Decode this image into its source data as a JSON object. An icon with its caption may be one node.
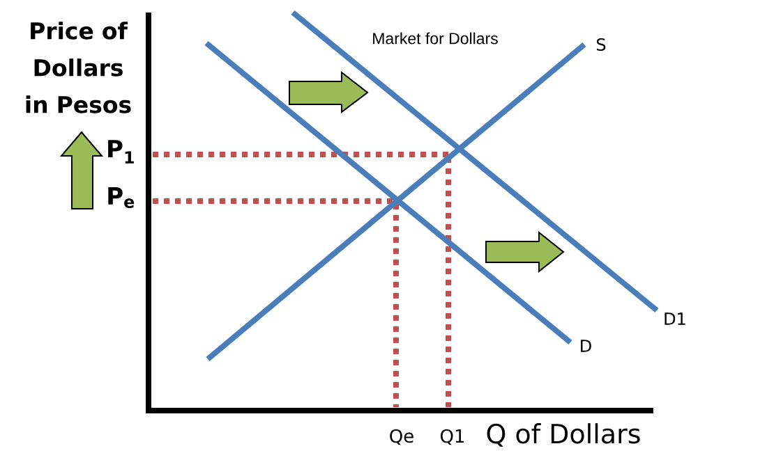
{
  "diagram": {
    "title": "Market for Dollars",
    "labels": [
      "Price of Dollars in Pesos",
      "S",
      "P$_{1}$",
      "P$_{e}$",
      "D1",
      "D",
      "Qe",
      "Q1",
      "Q of Dollars"
    ]
  }
}
